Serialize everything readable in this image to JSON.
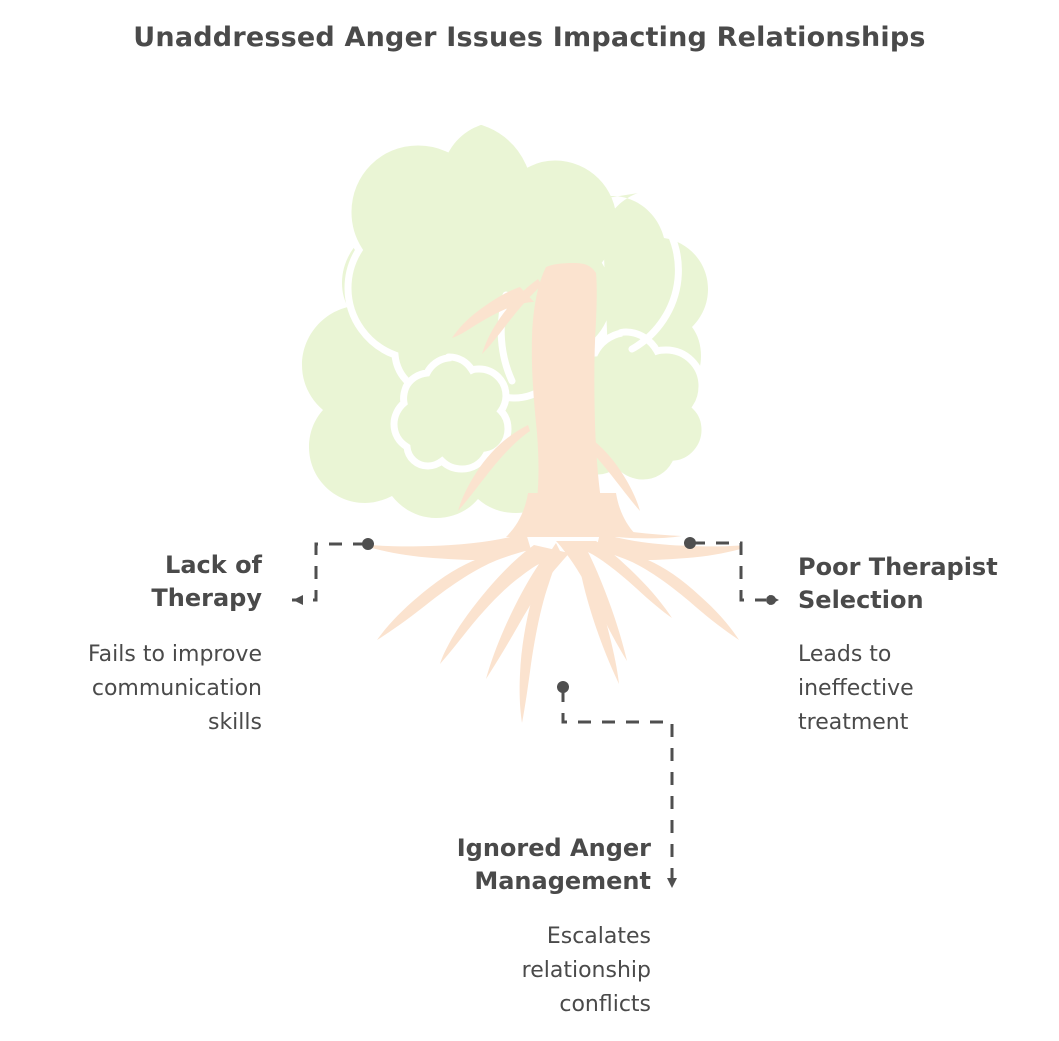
{
  "page": {
    "title": "Unaddressed Anger Issues Impacting Relationships",
    "background_color": "#ffffff",
    "text_color": "#4a4a4a"
  },
  "illustration": {
    "name": "tree-with-roots",
    "canopy_color": "#eaf5d5",
    "canopy_outline_color": "#ffffff",
    "trunk_color": "#fbe3cf",
    "root_color": "#fbe3cf"
  },
  "connectors": {
    "line_color": "#4f4f4f",
    "dash_pattern": "12 10",
    "stroke_width": 3,
    "items": [
      {
        "name": "connector-left",
        "from": "root-tip-left",
        "to": "label-left"
      },
      {
        "name": "connector-right",
        "from": "root-tip-right",
        "to": "label-right"
      },
      {
        "name": "connector-bottom",
        "from": "root-tip-bottom",
        "to": "label-bottom"
      }
    ]
  },
  "branches": [
    {
      "id": "lack-of-therapy",
      "title": "Lack of\nTherapy",
      "title_line1": "Lack of",
      "title_line2": "Therapy",
      "description": "Fails to improve communication skills",
      "description_line1": "Fails to improve",
      "description_line2": "communication",
      "description_line3": "skills",
      "position": "left",
      "align": "right"
    },
    {
      "id": "poor-therapist-selection",
      "title": "Poor Therapist\nSelection",
      "title_line1": "Poor Therapist",
      "title_line2": "Selection",
      "description": "Leads to ineffective treatment",
      "description_line1": "Leads to",
      "description_line2": "ineffective",
      "description_line3": "treatment",
      "position": "right",
      "align": "left"
    },
    {
      "id": "ignored-anger-management",
      "title": "Ignored Anger\nManagement",
      "title_line1": "Ignored Anger",
      "title_line2": "Management",
      "description": "Escalates relationship conflicts",
      "description_line1": "Escalates",
      "description_line2": "relationship",
      "description_line3": "conflicts",
      "position": "bottom",
      "align": "right"
    }
  ]
}
